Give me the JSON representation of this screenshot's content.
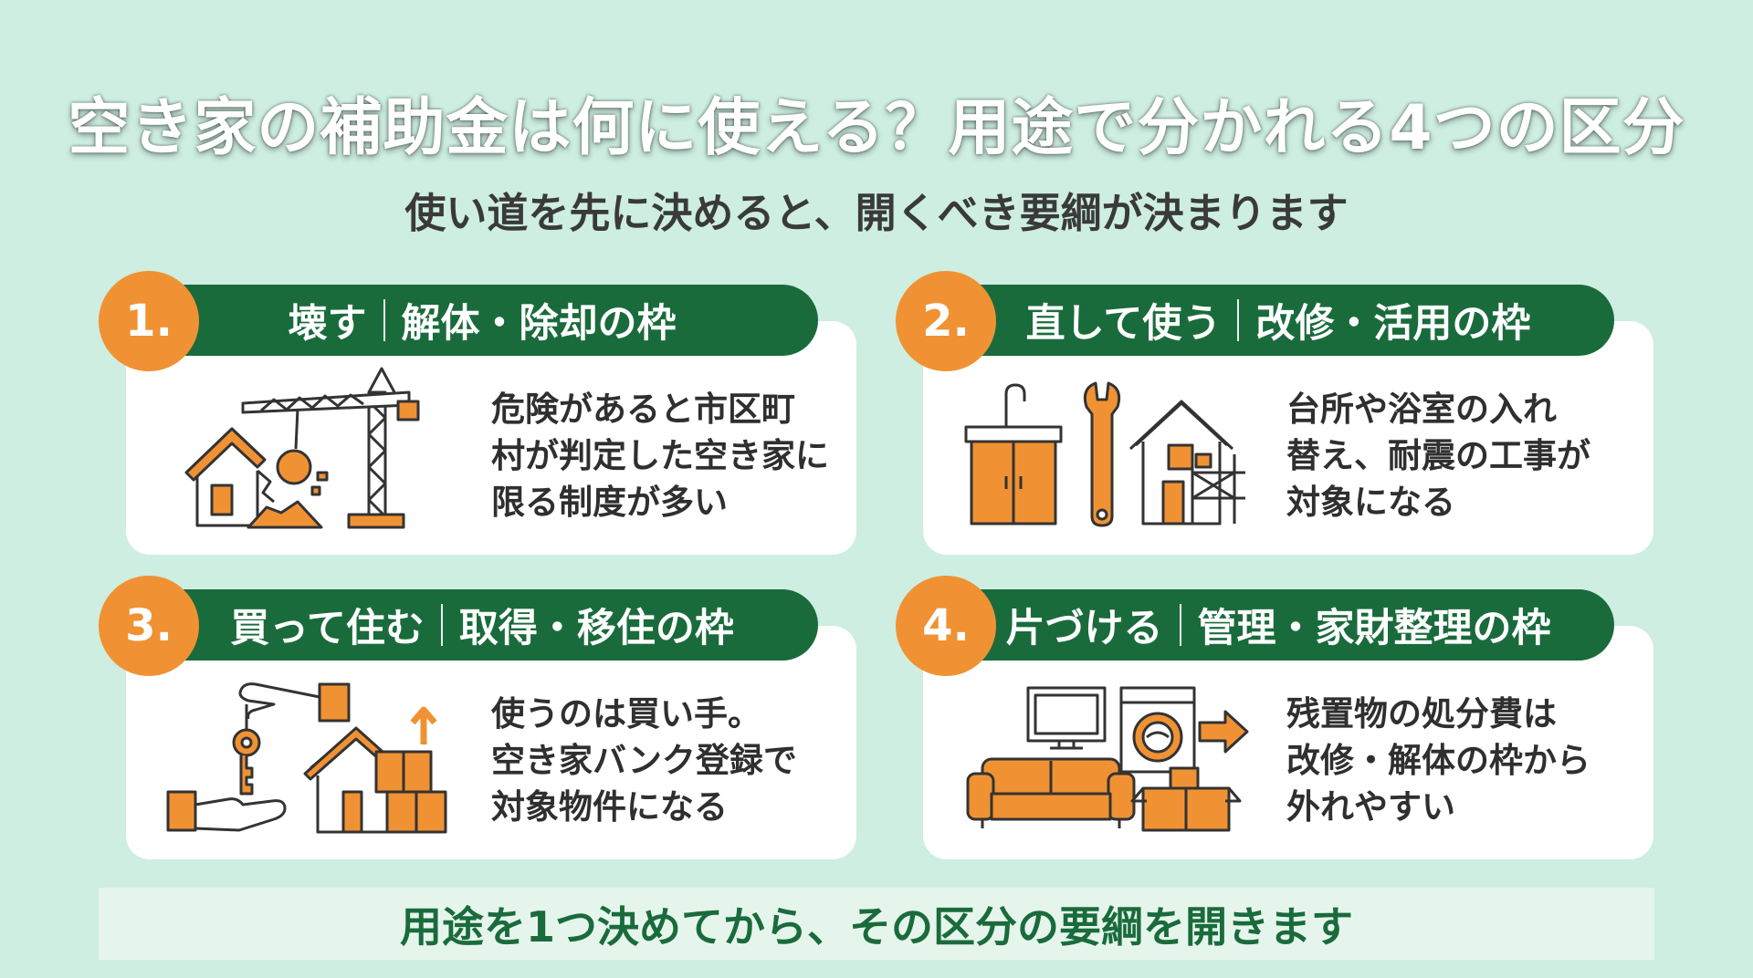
{
  "title": "空き家の補助金は何に使える？用途で分かれる4つの区分",
  "subtitle": "使い道を先に決めると、開くべき要綱が決まります",
  "colors": {
    "background": "#cdeee0",
    "header_green": "#1a6b3c",
    "badge_orange": "#f09233",
    "icon_orange": "#f09233",
    "icon_stroke": "#333333"
  },
  "cards": [
    {
      "number": "1.",
      "header_main": "壊す",
      "header_sub": "解体・除却の枠",
      "desc_lines": [
        "危険があると市区町",
        "村が判定した空き家に",
        "限る制度が多い"
      ],
      "icon": "demolition-illustration"
    },
    {
      "number": "2.",
      "header_main": "直して使う",
      "header_sub": "改修・活用の枠",
      "desc_lines": [
        "台所や浴室の入れ",
        "替え、耐震の工事が",
        "対象になる"
      ],
      "icon": "renovation-illustration"
    },
    {
      "number": "3.",
      "header_main": "買って住む",
      "header_sub": "取得・移住の枠",
      "desc_lines": [
        "使うのは買い手。",
        "空き家バンク登録で",
        "対象物件になる"
      ],
      "icon": "key-handover-illustration"
    },
    {
      "number": "4.",
      "header_main": "片づける",
      "header_sub": "管理・家財整理の枠",
      "desc_lines": [
        "残置物の処分費は",
        "改修・解体の枠から",
        "外れやすい"
      ],
      "icon": "furniture-disposal-illustration"
    }
  ],
  "footer": "用途を1つ決めてから、その区分の要綱を開きます"
}
